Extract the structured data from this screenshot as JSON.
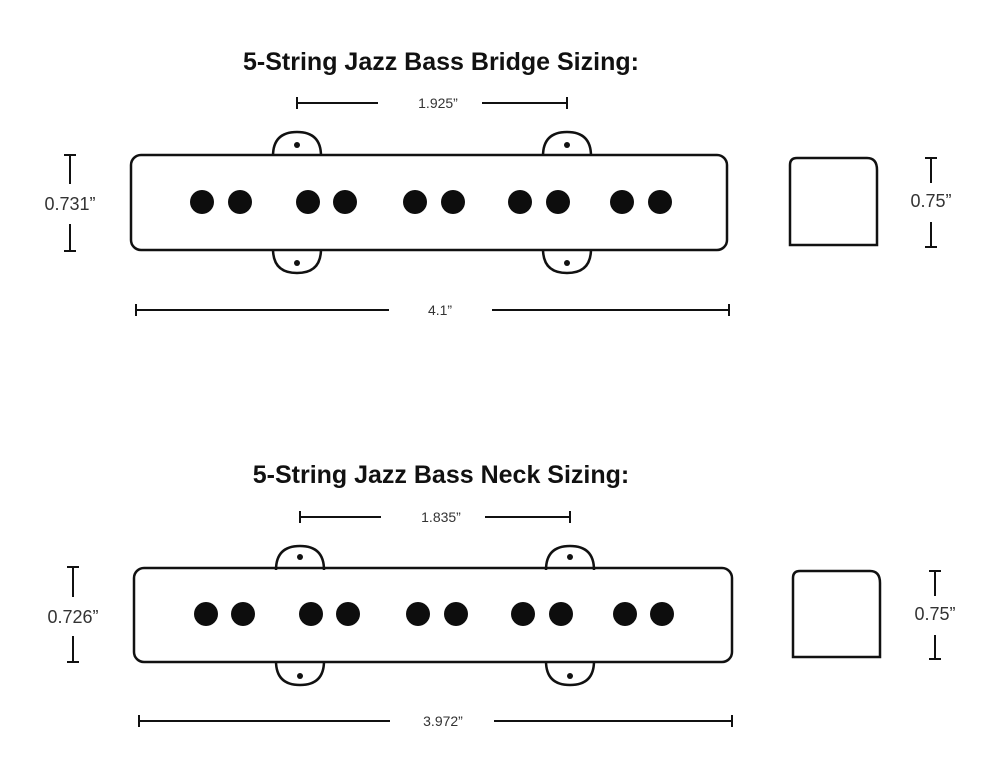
{
  "bridge": {
    "title": "5-String Jazz Bass Bridge Sizing:",
    "mount_spacing": "1.925”",
    "height": "0.731”",
    "length": "4.1”",
    "side_height": "0.75”"
  },
  "neck": {
    "title": "5-String Jazz Bass Neck Sizing:",
    "mount_spacing": "1.835”",
    "height": "0.726”",
    "length": "3.972”",
    "side_height": "0.75”"
  },
  "colors": {
    "ink": "#111111",
    "pole": "#0d0d0d",
    "text": "#333333"
  }
}
